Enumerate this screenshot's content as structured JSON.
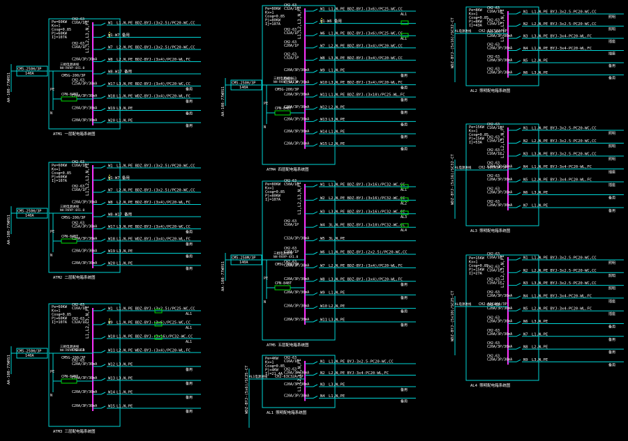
{
  "colors": {
    "background": "#000000",
    "frame": "#00d8d8",
    "busbar": "#ff33ff",
    "wire": "#00d8d8",
    "text": "#ffffff",
    "component": "#00e000",
    "accent": "#ffff33"
  },
  "panels": [
    {
      "id": "left-1",
      "params": [
        "Pe=60KW",
        "Kx=1",
        "Cosφ=0.85",
        "Pj=60KW",
        "Ij=107A"
      ],
      "incoming": {
        "breaker": "CM5-250H/3P",
        "rating": "140A",
        "cable": "AA-108-77WRS1",
        "meter": "CM5G-200/3P"
      },
      "spd": "CPN-84BT",
      "labels": {
        "top": "三相电源进线",
        "isolator": "NH-RVVP-4X1.0"
      },
      "circuits": [
        {
          "breaker": "CH2-63 C16A/1P",
          "code": "W1",
          "desc": "L1,N,PE BDZ-BYJ-(3x2.5)/PC20-WC,CC",
          "note": ""
        },
        {
          "breaker": "",
          "code": "",
          "desc": "W1-W7 备用",
          "note": ""
        },
        {
          "breaker": "CH2-63 C16A/1P",
          "code": "W7",
          "desc": "L2,N,PE BDZ-BYJ-(3x2.5)/PC20-WC,CC",
          "note": ""
        },
        {
          "breaker": "C20A/3P/30mA",
          "code": "W8",
          "desc": "L2,N,PE BDZ-BYJ-(3x4)/PC20-WL,FC",
          "note": ""
        },
        {
          "breaker": "",
          "code": "",
          "desc": "W8-W17 备用",
          "note": ""
        },
        {
          "breaker": "CH2-63 C25A/3P/30mA",
          "code": "W17",
          "desc": "L3,N,PE BDZ-BYJ-(3x4)/PC20-WC,CC",
          "note": "备用"
        },
        {
          "breaker": "C20A/3P/30mA",
          "code": "W18",
          "desc": "L1,N,PE WDZ-BYJ-(3x4)/PC20-WL,FC",
          "note": "备用"
        },
        {
          "breaker": "C20A/3P/30mA",
          "code": "W19",
          "desc": "L3,N,PE",
          "note": "备用"
        },
        {
          "breaker": "C20A/3P/30mA",
          "code": "W20",
          "desc": "L1,N,PE",
          "note": "备用"
        }
      ],
      "caption": "ATM1 一层配电箱系统图"
    },
    {
      "id": "left-2",
      "params": [
        "Pe=60KW",
        "Kx=1",
        "Cosφ=0.85",
        "Pj=60KW",
        "Ij=107A"
      ],
      "incoming": {
        "breaker": "CM5-250H/3P",
        "rating": "140A",
        "cable": "AA-108-77WRS1",
        "meter": "CM5G-200/3P"
      },
      "spd": "CPN-84BT",
      "labels": {
        "top": "三相电源进线",
        "isolator": "NH-RVVP-4X1.0"
      },
      "circuits": [
        {
          "breaker": "CH2-63 C16A/1P",
          "code": "W1",
          "desc": "L1,N,PE BDZ-BYJ-(3x2.5)/PC20-WC,CC",
          "note": ""
        },
        {
          "breaker": "",
          "code": "",
          "desc": "W1-W7 备用",
          "note": ""
        },
        {
          "breaker": "CH2-63 C16A/1P",
          "code": "W7",
          "desc": "L2,N,PE BDZ-BYJ-(3x2.5)/PC20-WC,CC",
          "note": ""
        },
        {
          "breaker": "C20A/3P/30mA",
          "code": "W8",
          "desc": "L2,N,PE BDZ-BYJ-(3x4)/PC20-WL,FC",
          "note": ""
        },
        {
          "breaker": "",
          "code": "",
          "desc": "W8-W17 备用",
          "note": ""
        },
        {
          "breaker": "CH2-63 C25A/3P/30mA",
          "code": "W17",
          "desc": "L3,N,PE BDZ-BYJ-(3x4)/PC20-WC,CC",
          "note": "备用"
        },
        {
          "breaker": "C20A/3P/30mA",
          "code": "W18",
          "desc": "L1,N,PE WDZ-BYJ-(3x4)/PC20-WL,FC",
          "note": "备用"
        },
        {
          "breaker": "C20A/3P/30mA",
          "code": "W19",
          "desc": "L3,N,PE",
          "note": "备用"
        },
        {
          "breaker": "C20A/3P/30mA",
          "code": "W20",
          "desc": "L1,N,PE",
          "note": "备用"
        }
      ],
      "caption": "ATM2 二层配电箱系统图"
    },
    {
      "id": "left-3",
      "params": [
        "Pe=60KW",
        "Kx=1",
        "Cosφ=0.85",
        "Pj=60KW",
        "Ij=107A"
      ],
      "incoming": {
        "breaker": "CM5-250H/3P",
        "rating": "140A",
        "cable": "AA-108-77WRS1",
        "meter": "CM5G-200/3P"
      },
      "spd": "CPN-84BT",
      "labels": {
        "top": "三相电源进线",
        "isolator": "NH-RVVP-4X1.0"
      },
      "circuits": [
        {
          "breaker": "CH2-63 C16A/1P",
          "code": "W1",
          "desc": "L1,N,PE BDZ-BYJ-(3x2.5)/PC25-WC,CC",
          "note": "AL1"
        },
        {
          "breaker": "CH2-63 C32A/1P",
          "code": "W9",
          "desc": "L1,N,PE BDZ-BYJ-(3x6)/PC25-WC,CC",
          "note": "AL1"
        },
        {
          "breaker": "",
          "code": "W10",
          "desc": "L1,N,PE BDZ-BYJ-(3x16)/PC32-WC,CC",
          "note": "AL1"
        },
        {
          "breaker": "CH2-63",
          "code": "W11",
          "desc": "L2,N,PE WDZ-BYJ-(3x4)/PC20-WL,FC",
          "note": ""
        },
        {
          "breaker": "CH2-63 C20A/3P/30mA",
          "code": "W12",
          "desc": "L3,N,PE",
          "note": "备用"
        },
        {
          "breaker": "C20A/3P/30mA",
          "code": "W13",
          "desc": "L3,N,PE",
          "note": "备用"
        },
        {
          "breaker": "C20A/3P/30mA",
          "code": "W14",
          "desc": "L1,N,PE",
          "note": "备用"
        },
        {
          "breaker": "C20A/3P/30mA",
          "code": "W15",
          "desc": "L1,N,PE",
          "note": "备用"
        }
      ],
      "caption": "ATM3 三层配电箱系统图"
    },
    {
      "id": "mid-1",
      "params": [
        "Pe=80KW",
        "Kx=1",
        "Cosφ=0.85",
        "Pj=80KW",
        "Ij=107A"
      ],
      "incoming": {
        "breaker": "CM5-250H/3P",
        "rating": "140A",
        "cable": "AA-108-77WRS1",
        "meter": "CM5G-200/3P"
      },
      "spd": "CPN-84BT",
      "labels": {
        "top": "三相电源进线",
        "isolator": "NH-RVVP-4X1.0"
      },
      "circuits": [
        {
          "breaker": "CH2-63 C32A/1P",
          "code": "W1",
          "desc": "L1,N,PE BDZ-BYJ-(3x6)/PC25-WC,CC",
          "note": "AL1"
        },
        {
          "breaker": "",
          "code": "",
          "desc": "W1-W6 备用",
          "note": ""
        },
        {
          "breaker": "CH2-63 C32A/1P",
          "code": "W6",
          "desc": "L1,N,PE BDZ-BYJ-(3x6)/PC25-WC,CC",
          "note": "AL1"
        },
        {
          "breaker": "CH2-63 C20A/1P",
          "code": "W7",
          "desc": "L2,N,PE BDZ-BYJ-(3x4)/PC20-WC,CC",
          "note": ""
        },
        {
          "breaker": "CH2-63 C32A/1P",
          "code": "W8",
          "desc": "L3,N,PE BDZ-BYJ-(3x4)/PC20-WC,CC",
          "note": ""
        },
        {
          "breaker": "C20A/3P/30mA",
          "code": "W9",
          "desc": "L1,N,PE",
          "note": "备用"
        },
        {
          "breaker": "CH2-63 C25A/3P/30mA",
          "code": "W10",
          "desc": "L3,N,PE BDZ-BYJ-(3x4)/PC20-WL,FC",
          "note": "备用"
        },
        {
          "breaker": "C20A/3P/30mA",
          "code": "W11",
          "desc": "L1,N,PE BDZ-BYJ-(3x10)/PC25-WL,FC",
          "note": "备用"
        },
        {
          "breaker": "C20A/3P/30mA",
          "code": "W12",
          "desc": "L2,N,PE",
          "note": "备用"
        },
        {
          "breaker": "C20A/3P/30mA",
          "code": "W13",
          "desc": "L3,N,PE",
          "note": "备用"
        },
        {
          "breaker": "C20A/3P/30mA",
          "code": "W14",
          "desc": "L1,N,PE",
          "note": "备用"
        },
        {
          "breaker": "C20A/3P/30mA",
          "code": "W15",
          "desc": "L2,N,PE",
          "note": "备用"
        }
      ],
      "caption": "ATM4 四层配电箱系统图"
    },
    {
      "id": "mid-2",
      "params": [
        "Pe=80KW",
        "Kx=1",
        "Cosφ=0.85",
        "Pj=80KW",
        "Ij=107A"
      ],
      "incoming": {
        "breaker": "CM5-250M/3P",
        "rating": "140A",
        "cable": "AA-108-77WRS1",
        "meter": "CM5G-200/3P"
      },
      "spd": "CPN-84BT",
      "labels": {
        "top": "三相电源进线",
        "isolator": "NH-RVVP-4X1.0"
      },
      "circuits": [
        {
          "breaker": "CH2-63 C50A/1P",
          "code": "W1",
          "desc": "L1,N,PE BDZ-BYJ-(3x16)/PC32-WC,CC",
          "note": "AL1"
        },
        {
          "breaker": "",
          "code": "W2",
          "desc": "L2,N,PE BDZ-BYJ-(3x16)/PC32-WC,CC",
          "note": "AL2"
        },
        {
          "breaker": "",
          "code": "W3",
          "desc": "L3,N,PE BDZ-BYJ-(3x16)/PC32-WC,CC",
          "note": "AL3"
        },
        {
          "breaker": "CH2-63 C50A/1P",
          "code": "W4",
          "desc": "3L,N,PE BDZ-BYJ-(3x10)/PC32-WC,CC",
          "note": "AL4"
        },
        {
          "breaker": "C32A/3P/30mA",
          "code": "W5",
          "desc": "3L,N,PE",
          "note": ""
        },
        {
          "breaker": "CH2-63 C20A/1P",
          "code": "W6",
          "desc": "L1,N,PE BDZ-BYJ-(2x2.5)/PC20-WC,CC",
          "note": ""
        },
        {
          "breaker": "CH2-63 C20A/3P/30mA",
          "code": "W7",
          "desc": "L2,N,PE BDZ-BYJ-(3x4)/PC20-WL,FC",
          "note": ""
        },
        {
          "breaker": "C20A/3P/30mA",
          "code": "W8",
          "desc": "L3,N,PE BDZ-BYJ-(3x4)/PC20-WL,FC",
          "note": "备用"
        },
        {
          "breaker": "C20A/3P/30mA",
          "code": "W9",
          "desc": "L1,N,PE",
          "note": "备用"
        },
        {
          "breaker": "C20A/3P/30mA",
          "code": "W10",
          "desc": "L2,N,PE",
          "note": "备用"
        },
        {
          "breaker": "C20A/3P/30mA",
          "code": "W11",
          "desc": "L3,N,PE",
          "note": "备用"
        }
      ],
      "caption": "ATM5 五层配电箱系统图"
    },
    {
      "id": "mid-3",
      "params": [
        "Pe=4KW",
        "Kx=1",
        "Cosφ=0.85",
        "Pj=4KW",
        "Ij=21.4A"
      ],
      "incoming": {
        "breaker": "CH2-63C32A/3P",
        "rating": "",
        "cable": "WDZ-BYJ-(5x6)/SC25-CT",
        "meter": ""
      },
      "spd": "",
      "labels": {
        "top": "AL1电源进线",
        "isolator": ""
      },
      "circuits": [
        {
          "breaker": "CH2-63 C16A/1P",
          "code": "N1",
          "desc": "L1,N,PE BYJ-3x2.5-PC20-WC,CC",
          "note": ""
        },
        {
          "breaker": "CH2-63 C20A/3P/30mA",
          "code": "N2",
          "desc": "L2,N,PE BYJ-3x4-PC20-WL,FC",
          "note": ""
        },
        {
          "breaker": "C20A/3P/30mA",
          "code": "N3",
          "desc": "L3,N,PE",
          "note": "备用"
        },
        {
          "breaker": "C20A/3P/30mA",
          "code": "N4",
          "desc": "L1,N,PE",
          "note": "备用"
        }
      ],
      "caption": "AL1 照明配电箱系统图"
    },
    {
      "id": "right-1",
      "params": [
        "Pe=8KW",
        "Kx=1",
        "Cosφ=0.85",
        "Pj=8KW",
        "Ij=43A"
      ],
      "incoming": {
        "breaker": "CH2-63C50A/3P",
        "rating": "",
        "cable": "WDZ-BYJ-(5x16)/SC32-CT",
        "meter": ""
      },
      "spd": "",
      "labels": {
        "top": "AL电源进线",
        "isolator": ""
      },
      "circuits": [
        {
          "breaker": "CH2-63 C16A/1P",
          "code": "N1",
          "desc": "L1,N,PE BYJ-3x2.5-PC20-WC,CC",
          "note": "照明"
        },
        {
          "breaker": "CH2-63 C16A/1P",
          "code": "N2",
          "desc": "L2,N,PE BYJ-3x2.5-PC20-WC,CC",
          "note": "照明"
        },
        {
          "breaker": "CH2-63 C20A/3P/30mA",
          "code": "N3",
          "desc": "L3,N,PE BYJ-3x4-PC20-WL,FC",
          "note": "插座"
        },
        {
          "breaker": "CH2-63 C20A/3P/30mA",
          "code": "N4",
          "desc": "L1,N,PE BYJ-3x4-PC20-WL,FC",
          "note": "插座"
        },
        {
          "breaker": "CH2-63 C20A/3P/30mA",
          "code": "N5",
          "desc": "L2,N,PE",
          "note": "备用"
        },
        {
          "breaker": "CH2-63 C20A/3P/30mA",
          "code": "N6",
          "desc": "L3,N,PE",
          "note": "备用"
        }
      ],
      "caption": "AL2 照明配电箱系统图"
    },
    {
      "id": "right-2",
      "params": [
        "Pe=15KW",
        "Kx=1",
        "Cosφ=0.85",
        "Pj=15KW",
        "Ij=53A"
      ],
      "incoming": {
        "breaker": "CH2-63C63A/3P",
        "rating": "",
        "cable": "WDZ-BYJ-(5x16)/SC32-CT",
        "meter": ""
      },
      "spd": "",
      "labels": {
        "top": "AL电源进线",
        "isolator": ""
      },
      "circuits": [
        {
          "breaker": "CH2-63 C16A/1P",
          "code": "N1",
          "desc": "L1,N,PE BYJ-3x2.5-PC20-WC,CC",
          "note": "照明"
        },
        {
          "breaker": "CH2-63 C16A/1P",
          "code": "N2",
          "desc": "L2,N,PE BYJ-3x2.5-PC20-WC,CC",
          "note": "照明"
        },
        {
          "breaker": "CH2-63 C16A/1P",
          "code": "N3",
          "desc": "L3,N,PE BYJ-3x2.5-PC20-WC,CC",
          "note": "照明"
        },
        {
          "breaker": "CH2-63 C20A/3P/30mA",
          "code": "N4",
          "desc": "L1,N,PE BYJ-3x4-PC20-WL,FC",
          "note": "插座"
        },
        {
          "breaker": "CH2-63 C20A/3P/30mA",
          "code": "N5",
          "desc": "L2,N,PE BYJ-3x4-PC20-WL,FC",
          "note": "插座"
        },
        {
          "breaker": "CH2-63 C20A/3P/30mA",
          "code": "N6",
          "desc": "L3,N,PE",
          "note": "备用"
        },
        {
          "breaker": "CH2-63 C20A/3P/30mA",
          "code": "N7",
          "desc": "L1,N,PE",
          "note": "备用"
        }
      ],
      "caption": "AL3 照明配电箱系统图"
    },
    {
      "id": "right-3",
      "params": [
        "Pe=15KW",
        "Kx=1",
        "Cosφ=0.85",
        "Pj=15KW",
        "Ij=27A"
      ],
      "incoming": {
        "breaker": "CH2-63C40A/3P",
        "rating": "",
        "cable": "WDZ-BYJ-(5x10)/SC25-CT",
        "meter": ""
      },
      "spd": "",
      "labels": {
        "top": "AL电源进线",
        "isolator": ""
      },
      "circuits": [
        {
          "breaker": "CH2-63 C16A/1P",
          "code": "N1",
          "desc": "L1,N,PE BYJ-3x2.5-PC20-WC,CC",
          "note": "照明"
        },
        {
          "breaker": "CH2-63 C16A/1P",
          "code": "N2",
          "desc": "L2,N,PE BYJ-3x2.5-PC20-WC,CC",
          "note": "照明"
        },
        {
          "breaker": "CH2-63 C16A/1P",
          "code": "N3",
          "desc": "L3,N,PE BYJ-3x2.5-PC20-WC,CC",
          "note": "照明"
        },
        {
          "breaker": "CH2-63 C20A/3P/30mA",
          "code": "N4",
          "desc": "L1,N,PE BYJ-3x4-PC20-WL,FC",
          "note": "插座"
        },
        {
          "breaker": "CH2-63 C20A/3P/30mA",
          "code": "N5",
          "desc": "L2,N,PE BYJ-3x4-PC20-WL,FC",
          "note": "插座"
        },
        {
          "breaker": "CH2-63 C20A/3P/30mA",
          "code": "N6",
          "desc": "L3,N,PE",
          "note": "备用"
        },
        {
          "breaker": "CH2-63 C20A/3P/30mA",
          "code": "N7",
          "desc": "L1,N,PE",
          "note": "备用"
        },
        {
          "breaker": "CH2-63 C20A/3P/30mA",
          "code": "N8",
          "desc": "L2,N,PE",
          "note": "备用"
        },
        {
          "breaker": "CH2-63 C20A/3P/30mA",
          "code": "N9",
          "desc": "L3,N,PE",
          "note": "备用"
        }
      ],
      "caption": "AL4 照明配电箱系统图"
    }
  ]
}
